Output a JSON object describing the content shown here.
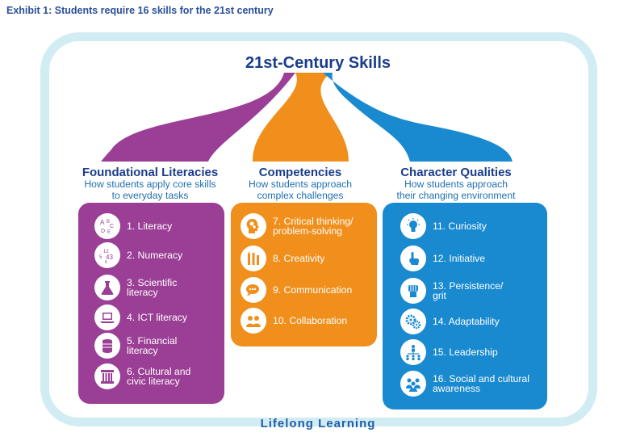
{
  "exhibit_title": "Exhibit 1: Students require 16 skills for the 21st century",
  "main_title": "21st-Century Skills",
  "footer": "Lifelong Learning",
  "colors": {
    "purple": "#9b3f96",
    "orange": "#f08f1c",
    "blue": "#1a8ad0",
    "frame": "#d2ecf4",
    "navy": "#1a3d8a"
  },
  "columns": [
    {
      "title": "Foundational Literacies",
      "subtitle_line1": "How students apply core skills",
      "subtitle_line2": "to everyday tasks",
      "items": [
        {
          "line1": "1. Literacy",
          "line2": "",
          "icon": "abc-letters-icon"
        },
        {
          "line1": "2. Numeracy",
          "line2": "",
          "icon": "numbers-icon"
        },
        {
          "line1": "3. Scientific",
          "line2": "literacy",
          "icon": "flask-icon"
        },
        {
          "line1": "4. ICT literacy",
          "line2": "",
          "icon": "laptop-icon"
        },
        {
          "line1": "5. Financial",
          "line2": "literacy",
          "icon": "coin-stack-icon"
        },
        {
          "line1": "6. Cultural and",
          "line2": "civic literacy",
          "icon": "column-icon"
        }
      ]
    },
    {
      "title": "Competencies",
      "subtitle_line1": "How students approach",
      "subtitle_line2": "complex challenges",
      "items": [
        {
          "line1": "7. Critical thinking/",
          "line2": "problem-solving",
          "icon": "head-gears-icon"
        },
        {
          "line1": "8. Creativity",
          "line2": "",
          "icon": "pencils-icon"
        },
        {
          "line1": "9. Communication",
          "line2": "",
          "icon": "speech-bubbles-icon"
        },
        {
          "line1": "10. Collaboration",
          "line2": "",
          "icon": "people-group-icon"
        }
      ]
    },
    {
      "title": "Character Qualities",
      "subtitle_line1": "How students approach",
      "subtitle_line2": "their changing environment",
      "items": [
        {
          "line1": "11. Curiosity",
          "line2": "",
          "icon": "lightbulb-icon"
        },
        {
          "line1": "12. Initiative",
          "line2": "",
          "icon": "pointing-hand-icon"
        },
        {
          "line1": "13. Persistence/",
          "line2": "grit",
          "icon": "fist-icon"
        },
        {
          "line1": "14. Adaptability",
          "line2": "",
          "icon": "gears-icon"
        },
        {
          "line1": "15. Leadership",
          "line2": "",
          "icon": "org-chart-icon"
        },
        {
          "line1": "16. Social and cultural",
          "line2": "awareness",
          "icon": "people-icon"
        }
      ]
    }
  ]
}
